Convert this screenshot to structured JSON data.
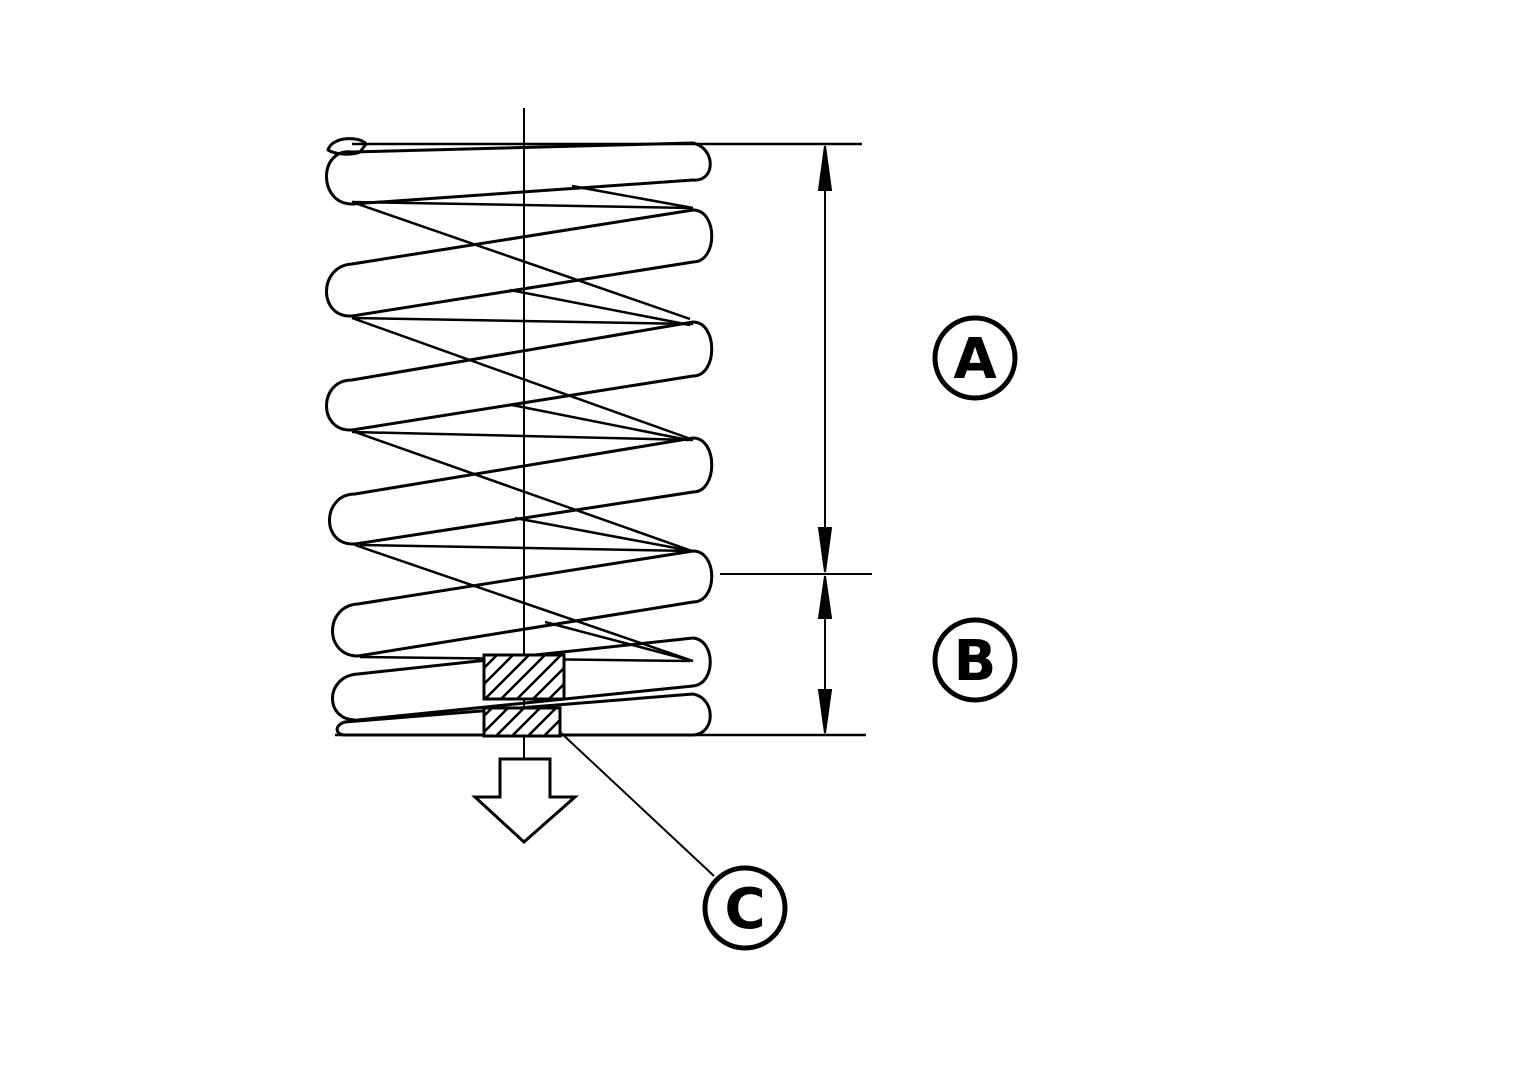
{
  "labels": {
    "a": "A",
    "b": "B",
    "c": "C"
  },
  "colors": {
    "ink": "#000000",
    "paper": "#ffffff"
  },
  "icons": {
    "arrow": "down-arrow-icon",
    "hatch": "hatched-section-icon"
  }
}
